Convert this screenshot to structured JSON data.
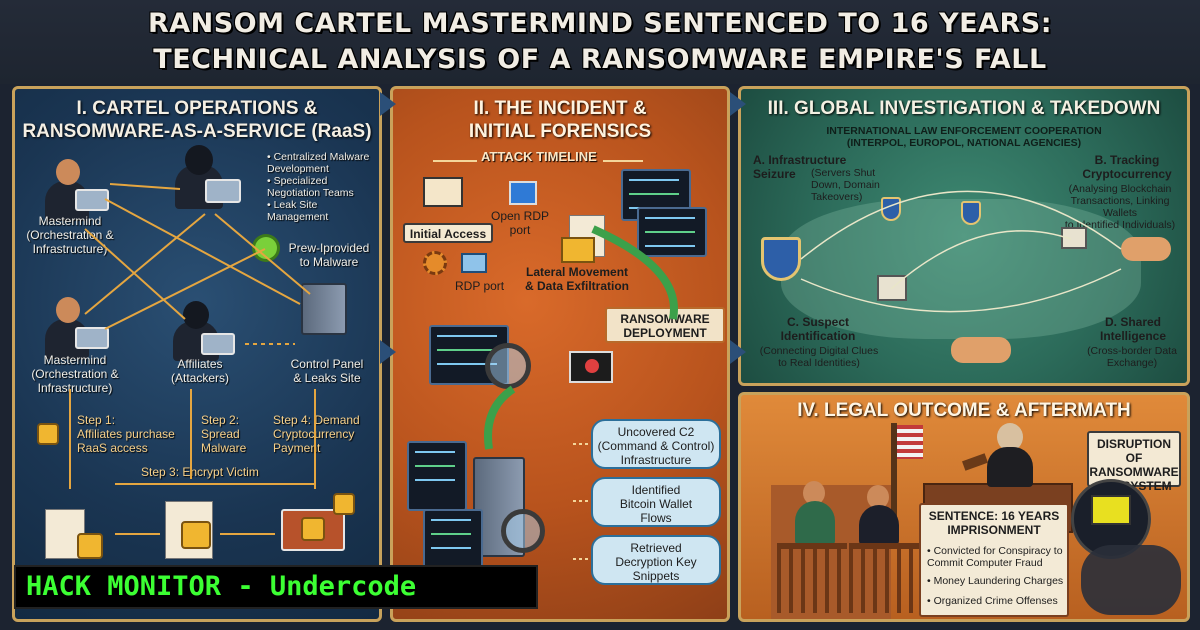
{
  "header": {
    "title_line1": "RANSOM CARTEL MASTERMIND SENTENCED TO 16 YEARS:",
    "title_line2": "TECHNICAL ANALYSIS OF A RANSOMWARE EMPIRE'S FALL"
  },
  "panel1": {
    "title_line1": "I. CARTEL OPERATIONS &",
    "title_line2": "RANSOMWARE-AS-A-SERVICE (RaaS)",
    "mastermind_top": "Mastermind\n(Orchestration &\nInfrastructure)",
    "services": [
      "• Centralized Malware Development",
      "• Specialized Negotiation Teams",
      "• Leak Site Management"
    ],
    "prew": "Prew-Iprovided\nto Malware",
    "mastermind_bottom": "Mastermind\n(Orchestration &\nInfrastructure)",
    "affiliates": "Affiliates\n(Attackers)",
    "control_panel": "Control Panel\n& Leaks Site",
    "step1": "Step 1:\nAffiliates purchase\nRaaS access",
    "step2": "Step 2:\nSpread\nMalware",
    "step4": "Step 4: Demand\nCryptocurrency\nPayment",
    "step3": "Step 3: Encrypt Victim"
  },
  "panel2": {
    "title_line1": "II. THE INCIDENT &",
    "title_line2": "INITIAL FORENSICS",
    "attack_timeline": "ATTACK TIMELINE",
    "initial_access": "Initial Access",
    "open_rdp": "Open RDP\nport",
    "rdp_port": "RDP port",
    "lateral": "Lateral Movement\n& Data Exfiltration",
    "ransomware_deploy": "RANSOMWARE\nDEPLOYMENT",
    "c2": "Uncovered C2\n(Command & Control)\nInfrastructure",
    "bitcoin": "Identified\nBitcoin Wallet\nFlows",
    "decryption": "Retrieved\nDecryption Key\nSnippets"
  },
  "panel3": {
    "title": "III. GLOBAL INVESTIGATION & TAKEDOWN",
    "cooperation_line1": "INTERNATIONAL LAW ENFORCEMENT COOPERATION",
    "cooperation_line2": "(INTERPOL, EUROPOL, NATIONAL AGENCIES)",
    "a_title": "A. Infrastructure\nSeizure",
    "a_detail": "(Servers Shut\nDown, Domain Takeovers)",
    "b_title": "B. Tracking\nCryptocurrency",
    "b_detail": "(Analysing Blockchain\nTransactions, Linking Wallets\nto Identified Individuals)",
    "c_title": "C. Suspect\nIdentification",
    "c_detail": "(Connecting Digital Clues\nto Real Identities)",
    "d_title": "D. Shared\nIntelligence",
    "d_detail": "(Cross-border Data\nExchange)"
  },
  "panel4": {
    "title": "IV. LEGAL OUTCOME & AFTERMATH",
    "disruption": "DISRUPTION OF\nRANSOMWARE\nECOSYSTEM",
    "sentence_title": "SENTENCE: 16 YEARS\nIMPRISONMENT",
    "charges": [
      "• Convicted for Conspiracy to\n  Commit Computer Fraud",
      "• Money Laundering Charges",
      "• Organized Crime Offenses"
    ]
  },
  "watermark": "HACK MONITOR - Undercode",
  "colors": {
    "border": "#c9a25b",
    "panel1": "#1a3552",
    "panel2": "#b8531d",
    "panel3": "#2c6b5a",
    "panel4": "#d07a30",
    "watermark": "#3cff33"
  }
}
